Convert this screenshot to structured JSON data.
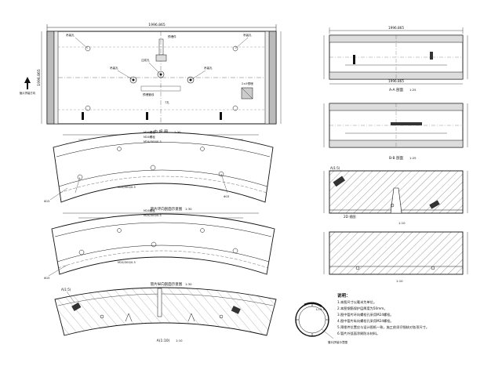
{
  "drawing": {
    "top_plan": {
      "dim_width": "1996.865",
      "dim_height": "1996.865",
      "labels": [
        "吊装孔",
        "吊装孔",
        "吊装孔",
        "注浆孔",
        "预埋件",
        "吊装孔",
        "2×5预埋",
        "预埋管线",
        "7孔"
      ],
      "left_arrow": "管片拼装方向",
      "caption": "内 视 图",
      "scale": "1:30"
    },
    "arc_view_1": {
      "labels": [
        "M24螺栓",
        "M24螺栓",
        "M24/300/0.3",
        "M24/300/0.3",
        "Φ15",
        "Φ15"
      ],
      "caption": "管片环向剖面示意图",
      "scale": "1:30"
    },
    "arc_view_2": {
      "labels": [
        "M24螺栓",
        "M24/300/0.3",
        "M24/300/0.3",
        "Φ15"
      ],
      "caption": "管片纵向剖面示意图",
      "scale": "1:30"
    },
    "arc_view_3": {
      "callout": "A(1:5)",
      "caption": "A(1:10)",
      "scale": "1:10"
    },
    "right_view_1": {
      "dim_width": "1996.865",
      "dim_inner": "1996.865",
      "caption": "A-A 剖面",
      "scale": "1:25"
    },
    "right_view_2": {
      "caption": "B-B 剖面",
      "scale": "1:25"
    },
    "right_section_1": {
      "callout": "A(1:5)",
      "caption": "2D 视图",
      "scale": "1:10"
    },
    "right_section_2": {
      "caption": "",
      "scale": "1:10"
    },
    "ring": {
      "label": "L=9.5",
      "caption": "管片拼装示意图"
    },
    "notes": {
      "title": "说明：",
      "items": [
        "1.本图尺寸以毫米为单位。",
        "2.本图钢筋保护层厚度为50mm。",
        "3.图中管片环向螺栓孔采用M24螺栓。",
        "4.图中管片纵向螺栓孔采用M24螺栓。",
        "5.预埋件位置应与设计图纸一致，施工前须仔细核对各项尺寸。",
        "6.管片外弧面涂刷防水材料。"
      ]
    }
  }
}
